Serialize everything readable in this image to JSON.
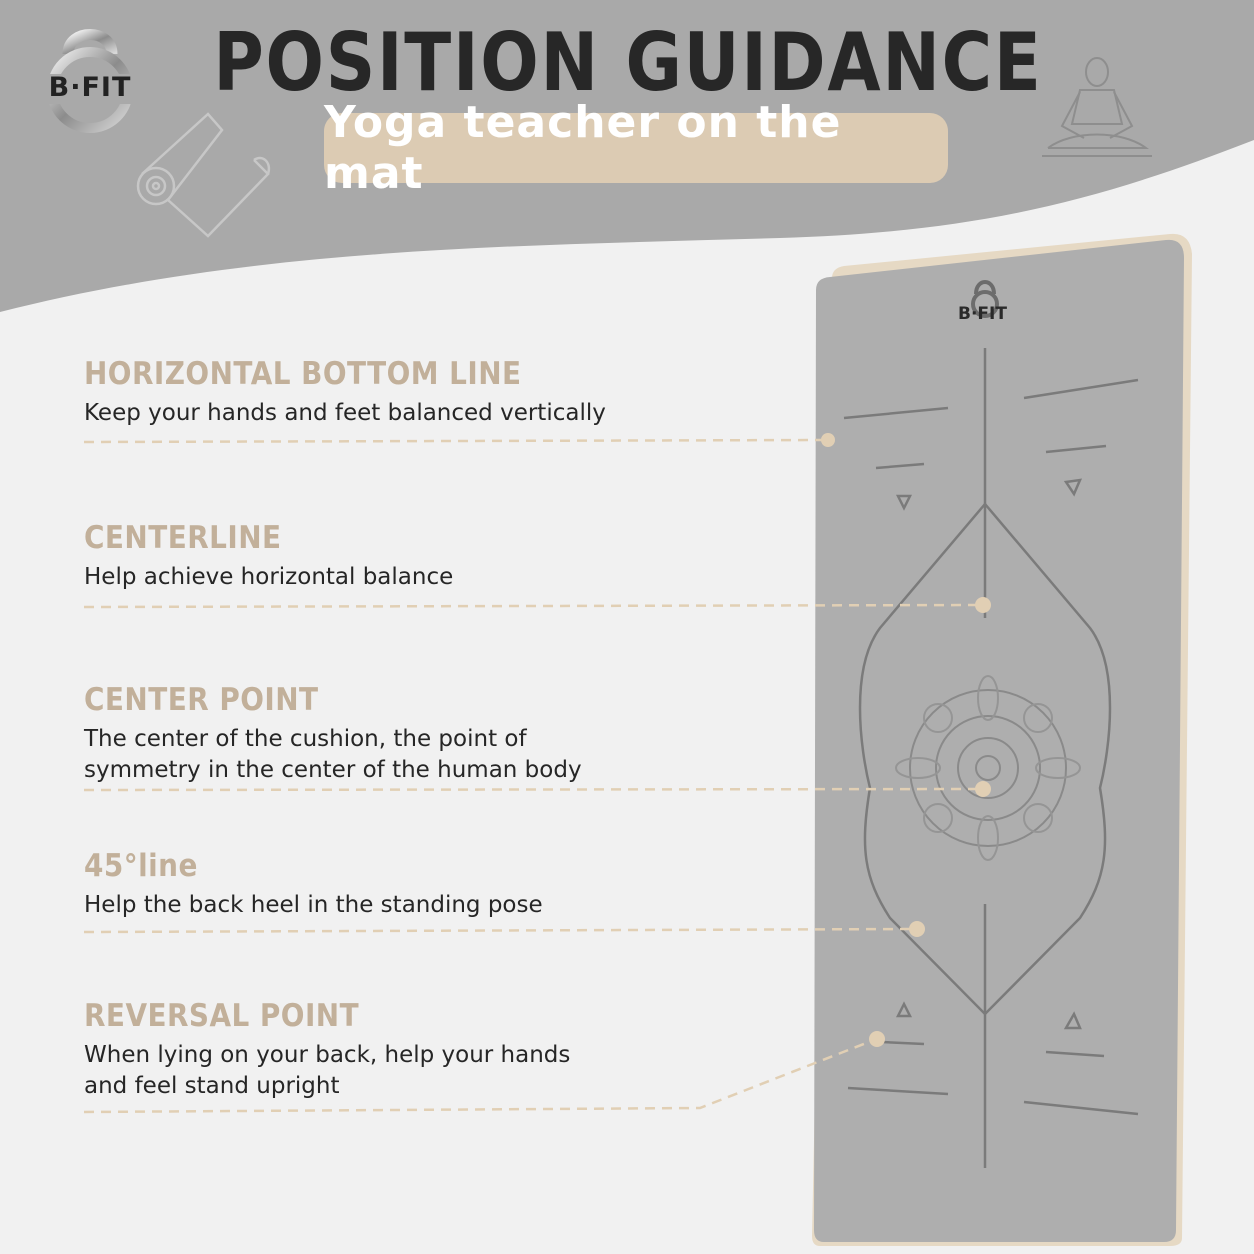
{
  "header": {
    "brand_logo_text": "B·FIT",
    "title": "POSITION GUIDANCE",
    "subtitle": "Yoga teacher on the mat"
  },
  "mat": {
    "logo_text": "B·FIT"
  },
  "features": [
    {
      "heading": "HORIZONTAL BOTTOM LINE",
      "description": "Keep your hands and feet balanced vertically"
    },
    {
      "heading": "CENTERLINE",
      "description": "Help achieve horizontal balance"
    },
    {
      "heading": "CENTER POINT",
      "description": "The center of the cushion, the point of\nsymmetry in the center of the human body"
    },
    {
      "heading": "45°line",
      "description": "Help the back heel in the standing pose"
    },
    {
      "heading": "REVERSAL POINT",
      "description": "When lying on your back, help your hands\nand feel stand upright"
    }
  ],
  "icons": [
    "kettlebell-logo-icon",
    "yoga-mat-roll-icon",
    "meditation-figure-icon",
    "mandala-icon"
  ],
  "colors": {
    "header_gray": "#a9a9a9",
    "background": "#f1f1f1",
    "accent_beige": "#dccbb3",
    "heading_tan": "#c2b09a",
    "mat_gray": "#aeaeae",
    "mat_edge": "#e6d9c4",
    "title_dark": "#272727"
  }
}
